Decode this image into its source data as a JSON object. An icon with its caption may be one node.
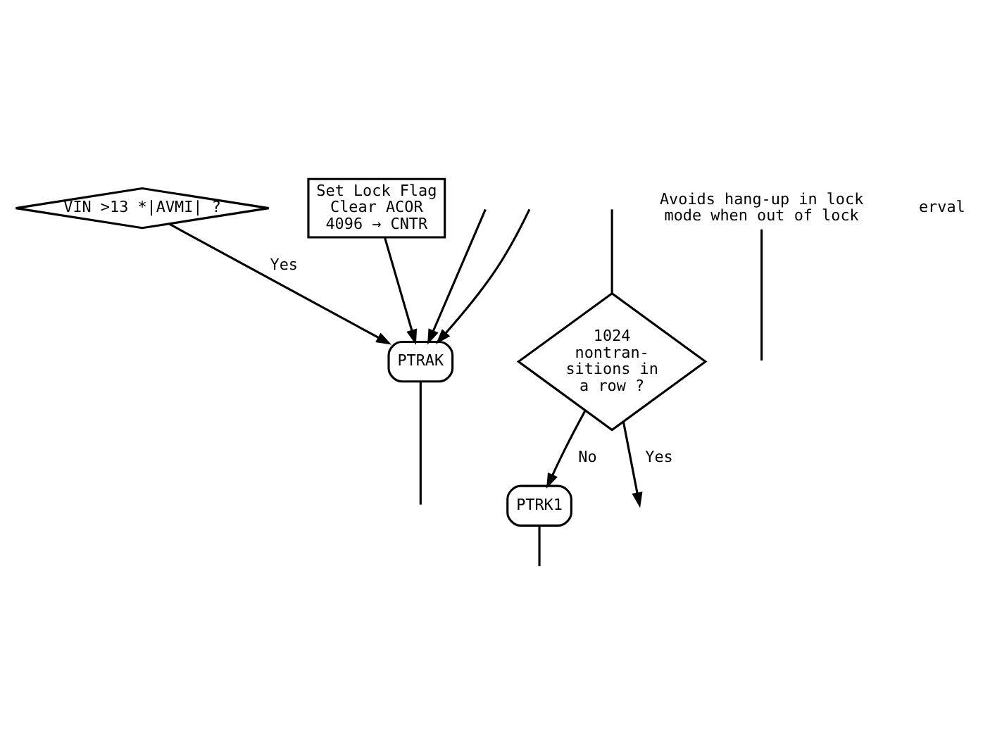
{
  "diagram": {
    "nodes": [
      {
        "text": [
          "VIN >13 *|AVMI| ?"
        ]
      },
      {
        "text": [
          "Set Lock Flag Clear ACOR 4096 → CNTR"
        ]
      },
      {
        "text": [
          "1024 nontran- sitions in a row ?"
        ]
      },
      {
        "text": [
          "PTRAK"
        ]
      },
      {
        "text": [
          "PTRK1"
        ]
      },
      {
        "text": [
          "Avoids hang-up in lock mode when out of lock"
        ]
      }
    ],
    "edges": [
      {
        "from": null,
        "to": 3,
        "arrow": "to"
      },
      {
        "from": 1,
        "to": 3,
        "arrow": "to"
      },
      {
        "from": 0,
        "to": 3,
        "arrow": "to",
        "label": "Yes"
      },
      {
        "from": null,
        "to": 2,
        "arrow": "none"
      },
      {
        "from": 2,
        "to": null,
        "arrow": "to",
        "label": "Yes"
      },
      {
        "from": 2,
        "to": 4,
        "arrow": "to",
        "label": "No"
      },
      {
        "from": 5,
        "to": null,
        "arrow": "none"
      },
      {
        "from": null,
        "to": 3,
        "arrow": "to"
      },
      {
        "from": 3,
        "to": null,
        "arrow": "none"
      },
      {
        "from": 4,
        "to": null,
        "arrow": "none"
      }
    ],
    "labels": [
      "erval"
    ]
  }
}
